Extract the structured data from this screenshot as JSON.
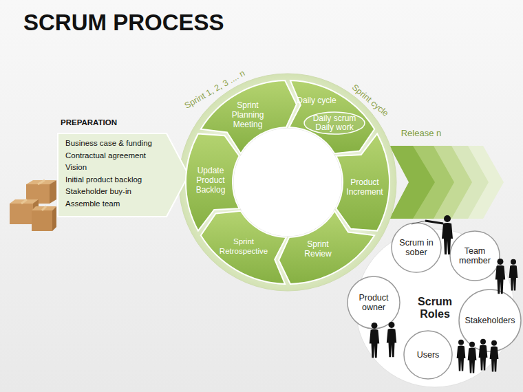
{
  "diagram": {
    "title": "SCRUM PROCESS",
    "nodes": [
      {
        "text": [
          "PREPARATION",
          "Business case & funding",
          "Contractual agreement",
          "Vision",
          "Initial product backlog",
          "Stakeholder buy-in",
          "Assemble team"
        ]
      },
      {
        "text": [
          "Sprint Planning Meeting"
        ]
      },
      {
        "text": [
          "Daily cycle"
        ]
      },
      {
        "text": [
          "Daily scrum Daily work"
        ],
        "in": 2
      },
      {
        "text": [
          "Product Increment"
        ]
      },
      {
        "text": [
          "Sprint Review"
        ]
      },
      {
        "text": [
          "Sprint Retrospective"
        ]
      },
      {
        "text": [
          "Update Product Backlog"
        ]
      },
      {
        "text": [
          "Scrum Roles"
        ]
      },
      {
        "text": [
          "Scrum in sober"
        ]
      },
      {
        "text": [
          "Team member"
        ]
      },
      {
        "text": [
          "Stakeholders"
        ]
      },
      {
        "text": [
          "Users"
        ]
      },
      {
        "text": [
          "Product owner"
        ]
      }
    ],
    "labels": [
      "Sprint 1, 2, 3 .... n",
      "Sprint cycle",
      "Release n"
    ]
  }
}
